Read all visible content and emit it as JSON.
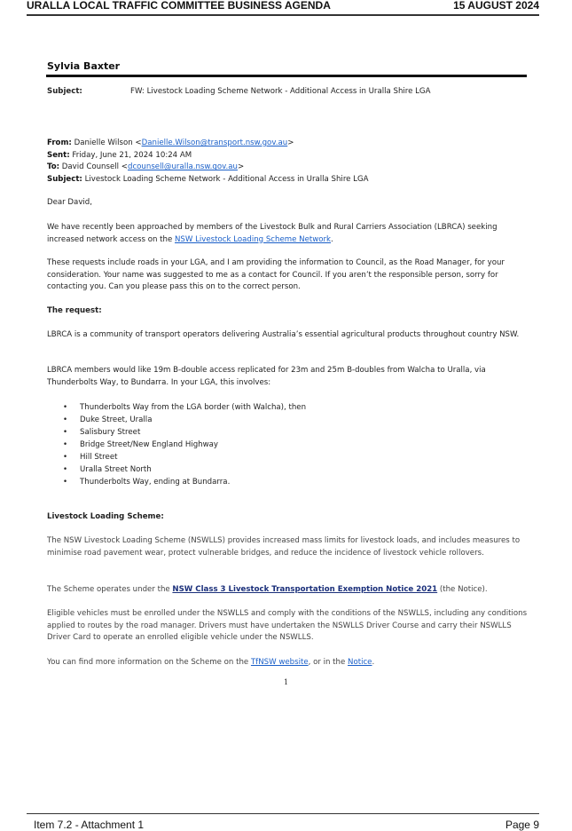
{
  "header": {
    "title": "URALLA LOCAL TRAFFIC COMMITTEE BUSINESS AGENDA",
    "date": "15 AUGUST 2024"
  },
  "email": {
    "owner": "Sylvia Baxter",
    "subject_label": "Subject:",
    "subject": "FW: Livestock Loading Scheme Network - Additional Access in Uralla Shire LGA",
    "from_label": "From:",
    "from_name": "Danielle Wilson",
    "from_email": "Danielle.Wilson@transport.nsw.gov.au",
    "sent_label": "Sent:",
    "sent": "Friday, June 21, 2024 10:24 AM",
    "to_label": "To:",
    "to_name": "David Counsell",
    "to_email": "dcounsell@uralla.nsw.gov.au",
    "inner_subject_label": "Subject:",
    "inner_subject": "Livestock Loading Scheme Network - Additional Access in Uralla Shire LGA"
  },
  "body": {
    "greeting": "Dear David,",
    "p1_pre": "We have recently been approached by members of the Livestock Bulk and Rural Carriers Association (LBRCA) seeking increased network access on the ",
    "p1_link": "NSW Livestock Loading Scheme Network",
    "p1_post": ".",
    "p2": "These requests include roads in your LGA, and I am providing the information to Council, as the Road Manager, for your consideration. Your name was suggested to me as a contact for Council. If you aren’t the responsible person, sorry for contacting you. Can you please pass this on to the correct person.",
    "h_request": "The request:",
    "p3": "LBRCA is a community of transport operators delivering Australia’s essential agricultural products throughout country NSW.",
    "p4": "LBRCA members would like 19m B-double access replicated for 23m and 25m B-doubles from Walcha to Uralla, via Thunderbolts Way, to Bundarra. In your LGA, this involves:",
    "route": [
      "Thunderbolts Way from the LGA border (with Walcha), then",
      "Duke Street, Uralla",
      "Salisbury Street",
      "Bridge Street/New England Highway",
      "Hill Street",
      "Uralla Street North",
      "Thunderbolts Way, ending at Bundarra."
    ],
    "h_scheme": "Livestock Loading Scheme:",
    "p5": "The NSW Livestock Loading Scheme (NSWLLS) provides increased mass limits for livestock loads, and includes measures to minimise road pavement wear, protect vulnerable bridges, and reduce the incidence of livestock vehicle rollovers.",
    "p6_pre": "The Scheme operates under the ",
    "p6_link": "NSW Class 3 Livestock Transportation Exemption Notice 2021",
    "p6_post": " (the Notice).",
    "p7": "Eligible vehicles must be enrolled under the NSWLLS and comply with the conditions of the NSWLLS, including any conditions applied to routes by the road manager. Drivers must have undertaken the NSWLLS Driver Course and carry their NSWLLS Driver Card to operate an enrolled eligible vehicle under the NSWLLS.",
    "p8_pre": "You can find more information on the Scheme on the ",
    "p8_link1": "TfNSW website",
    "p8_mid": ", or in the ",
    "p8_link2": "Notice",
    "p8_post": ".",
    "page_number": "1"
  },
  "footer": {
    "item": "Item 7.2 - Attachment 1",
    "page": "Page 9"
  }
}
